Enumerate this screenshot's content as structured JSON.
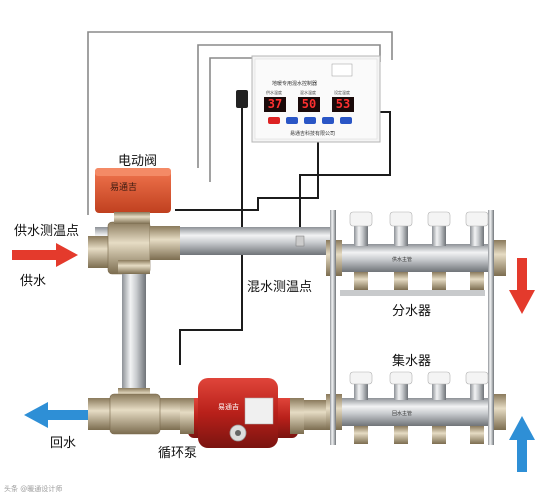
{
  "labels": {
    "valve": "电动阀",
    "supply_temp_point": "供水测温点",
    "supply": "供水",
    "mix_temp_point": "混水测温点",
    "distributor": "分水器",
    "collector": "集水器",
    "return": "回水",
    "pump": "循环泵"
  },
  "valve_brand": "易通吉",
  "pump_brand": "易通吉",
  "controller": {
    "title": "地暖专用混水控制器",
    "displays": [
      {
        "caption": "供水温度",
        "value": "37"
      },
      {
        "caption": "混水温度",
        "value": "50"
      },
      {
        "caption": "设定温度",
        "value": "53"
      }
    ],
    "footer": "易通吉科技有限公司"
  },
  "manifold": {
    "top_text": "供水主管",
    "bottom_text": "回水主管"
  },
  "watermark": "头条 @暖通设计师",
  "colors": {
    "arrow_red": "#e43a2c",
    "arrow_blue": "#2e8fd6",
    "pump_red": "#c0261c",
    "valve_orange": "#e0502e",
    "display_red": "#ff3030"
  },
  "icons": [
    "supply-arrow-icon",
    "return-arrow-icon",
    "down-arrow-icon",
    "up-arrow-icon"
  ]
}
